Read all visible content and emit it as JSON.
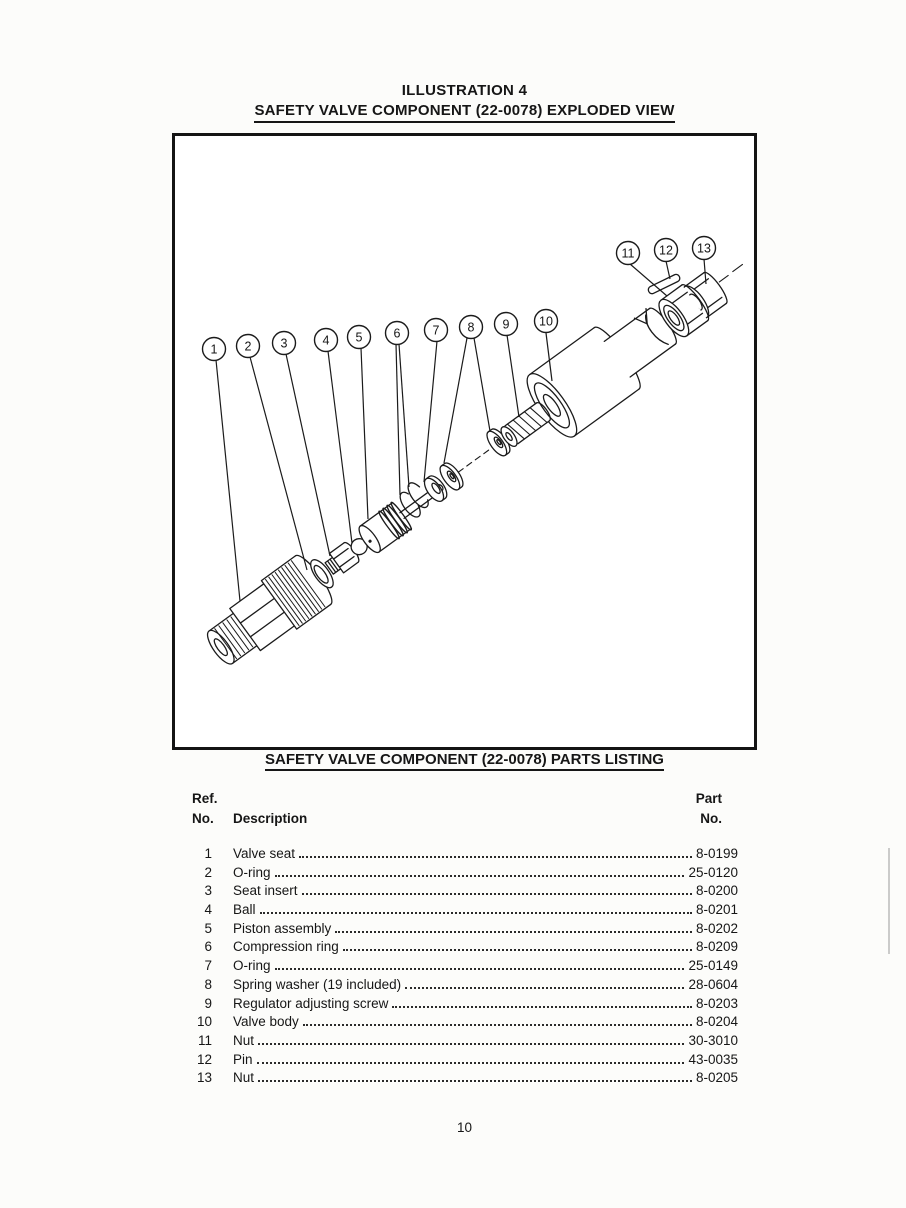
{
  "page": {
    "title_line1": "ILLUSTRATION 4",
    "title_line2": "SAFETY VALVE COMPONENT (22-0078) EXPLODED VIEW",
    "page_number": "10"
  },
  "figure": {
    "callouts": [
      "1",
      "2",
      "3",
      "4",
      "5",
      "6",
      "7",
      "8",
      "9",
      "10",
      "11",
      "12",
      "13"
    ]
  },
  "parts_listing": {
    "heading": "SAFETY VALVE COMPONENT (22-0078) PARTS LISTING",
    "columns": {
      "ref_top": "Ref.",
      "ref_bottom": "No.",
      "description": "Description",
      "part_top": "Part",
      "part_bottom": "No."
    },
    "rows": [
      {
        "ref": "1",
        "description": "Valve seat",
        "part": "8-0199"
      },
      {
        "ref": "2",
        "description": "O-ring",
        "part": "25-0120"
      },
      {
        "ref": "3",
        "description": "Seat insert",
        "part": "8-0200"
      },
      {
        "ref": "4",
        "description": "Ball",
        "part": "8-0201"
      },
      {
        "ref": "5",
        "description": "Piston assembly",
        "part": "8-0202"
      },
      {
        "ref": "6",
        "description": "Compression ring",
        "part": "8-0209"
      },
      {
        "ref": "7",
        "description": "O-ring",
        "part": "25-0149"
      },
      {
        "ref": "8",
        "description": "Spring washer (19 included)",
        "part": "28-0604"
      },
      {
        "ref": "9",
        "description": "Regulator adjusting screw",
        "part": "8-0203"
      },
      {
        "ref": "10",
        "description": "Valve body",
        "part": "8-0204"
      },
      {
        "ref": "11",
        "description": "Nut",
        "part": "30-3010"
      },
      {
        "ref": "12",
        "description": "Pin",
        "part": "43-0035"
      },
      {
        "ref": "13",
        "description": "Nut",
        "part": "8-0205"
      }
    ]
  }
}
